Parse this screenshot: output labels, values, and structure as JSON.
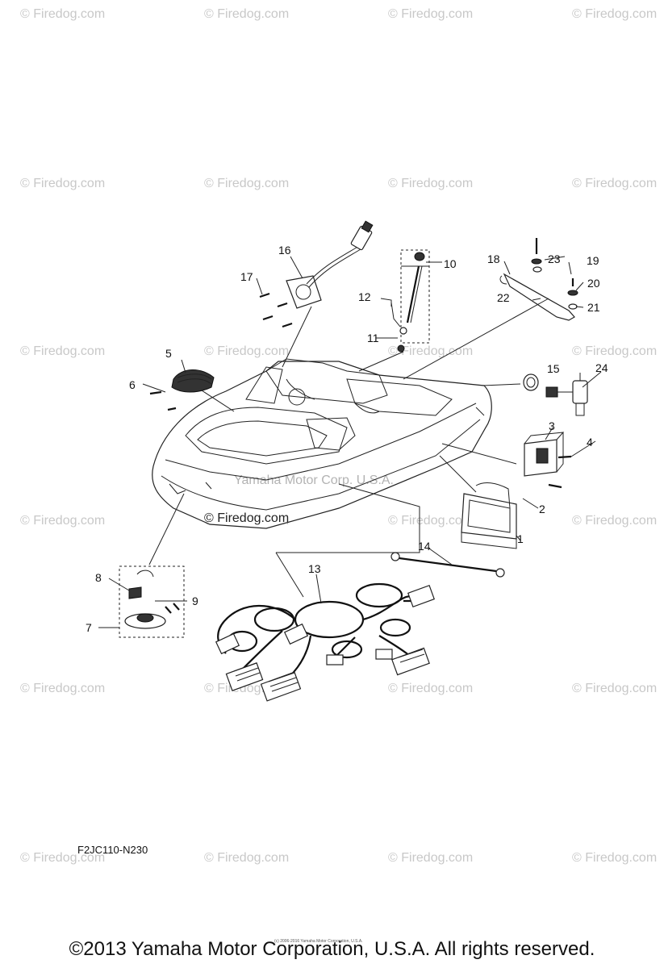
{
  "watermark_text": "© Firedog.com",
  "inner_watermark": "Yamaha Motor Corp. U.S.A.",
  "diagram_watermark": "© Firedog.com",
  "part_code": "F2JC110-N230",
  "tiny_credit": "(c) 2006-2016 Yamaha Motor Corporation, U.S.A.",
  "copyright": "©2013 Yamaha Motor Corporation, U.S.A. All rights reserved.",
  "callouts": [
    "1",
    "2",
    "3",
    "4",
    "5",
    "6",
    "7",
    "8",
    "9",
    "10",
    "11",
    "12",
    "13",
    "14",
    "15",
    "16",
    "17",
    "18",
    "19",
    "20",
    "21",
    "22",
    "23",
    "24"
  ]
}
